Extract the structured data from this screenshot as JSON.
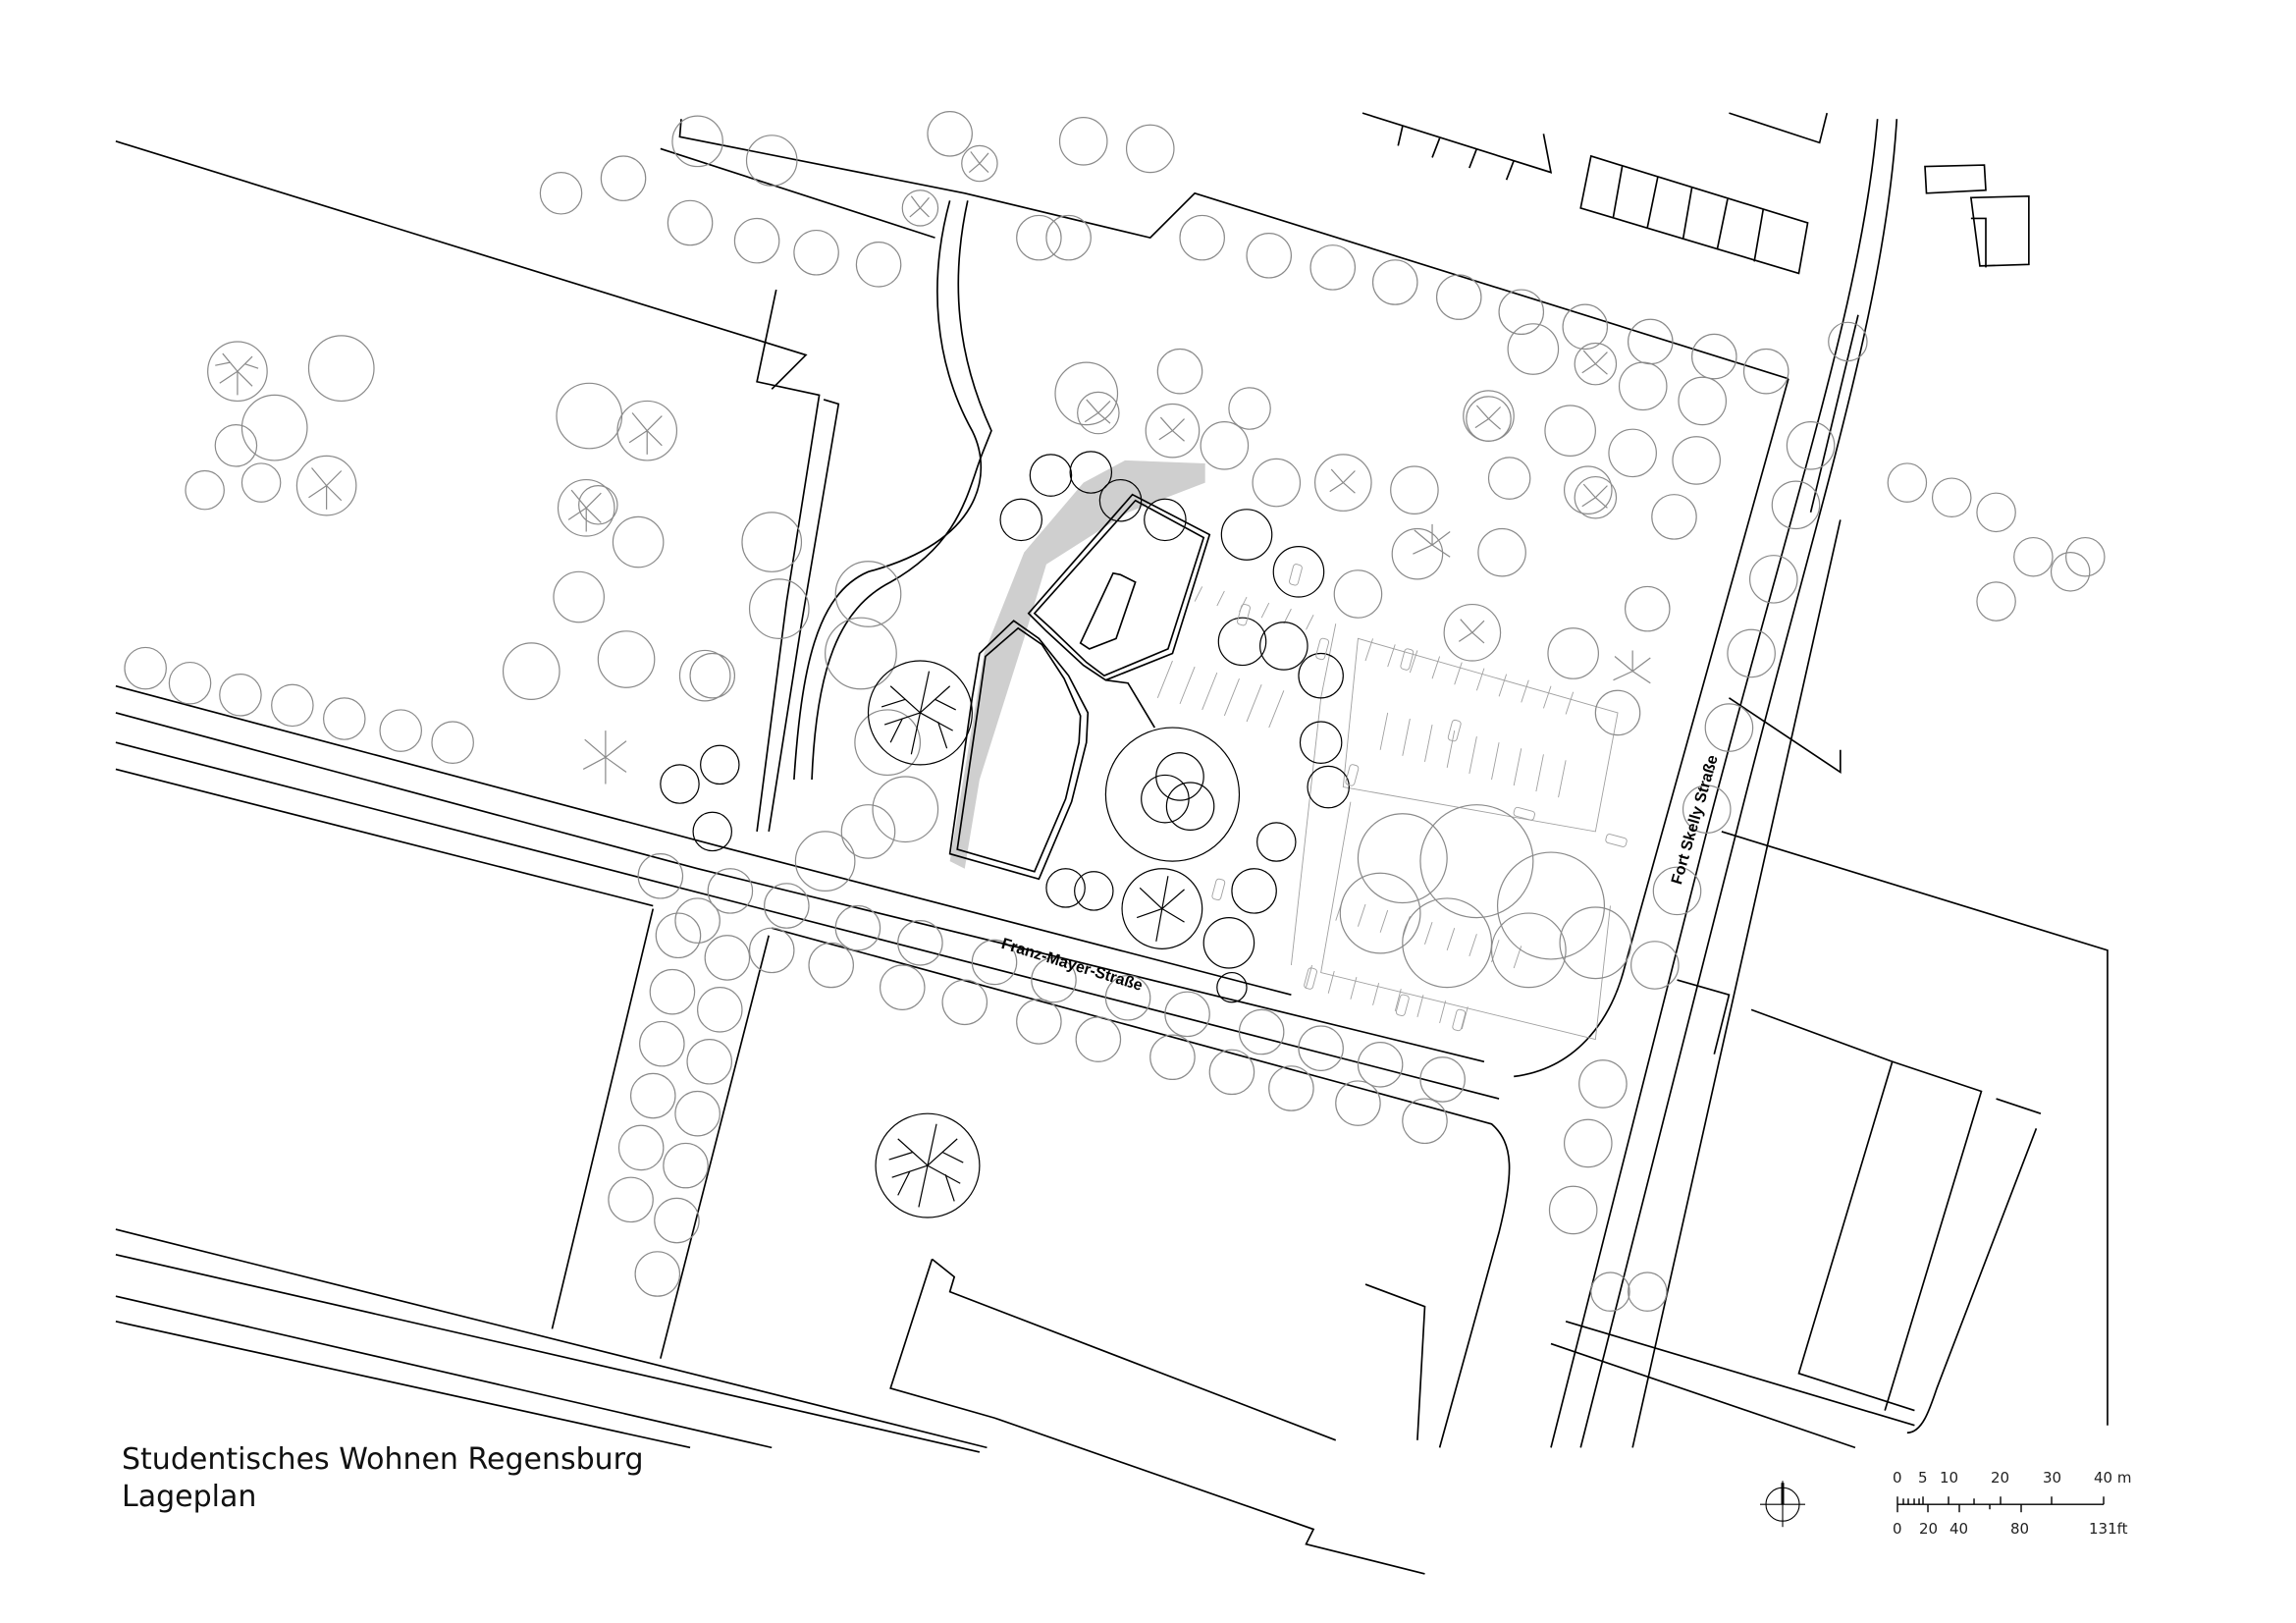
{
  "title_block": {
    "project": "Studentisches Wohnen Regensburg",
    "sheet": "Lageplan"
  },
  "streets": {
    "south": "Franz-Mayer-Straße",
    "east": "Fort Skelly Straße"
  },
  "north_arrow": {
    "icon": "north-arrow-icon"
  },
  "scale_bar": {
    "metric_labels": [
      "0",
      "5",
      "10",
      "20",
      "30",
      "40 m"
    ],
    "imperial_labels": [
      "0",
      "20",
      "40",
      "80",
      "131ft"
    ]
  },
  "colors": {
    "line": "#000000",
    "vegetation": "#8a8a8a",
    "path_hatch": "#cccccc",
    "background": "#ffffff"
  }
}
